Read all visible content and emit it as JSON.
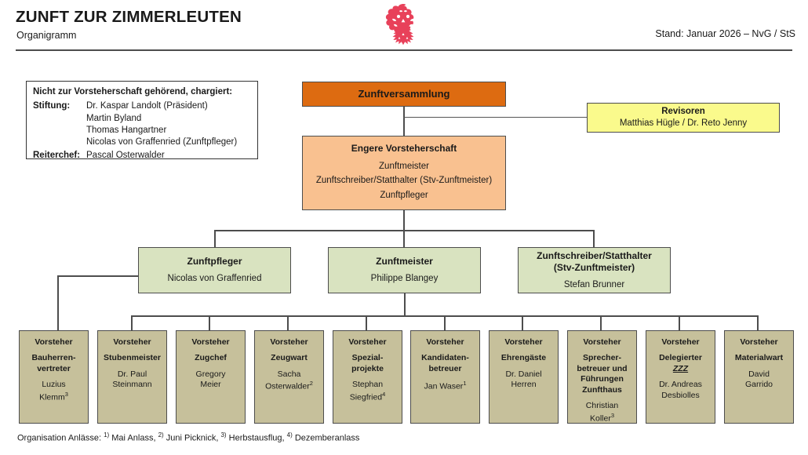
{
  "header": {
    "title": "ZUNFT ZUR ZIMMERLEUTEN",
    "subtitle": "Organigramm",
    "stand": "Stand: Januar 2026 – NvG / StS",
    "crest_icon": "heraldic-eagle-crest-icon",
    "crest_color": "#E8415A"
  },
  "info_box": {
    "title": "Nicht zur Vorsteherschaft gehörend, chargiert:",
    "rows": [
      {
        "label": "Stiftung:",
        "values": [
          "Dr. Kaspar Landolt (Präsident)",
          "Martin Byland",
          "Thomas Hangartner",
          "Nicolas von Graffenried (Zunftpfleger)"
        ]
      },
      {
        "label": "Reiterchef:",
        "values": [
          "Pascal Osterwalder"
        ]
      }
    ]
  },
  "assembly": {
    "label": "Zunftversammlung",
    "color": "#DD6B11"
  },
  "revisoren": {
    "title": "Revisoren",
    "members": "Matthias Hügle / Dr. Reto Jenny",
    "color": "#FAFA8C"
  },
  "executive": {
    "title": "Engere Vorsteherschaft",
    "lines": [
      "Zunftmeister",
      "Zunftschreiber/Statthalter (Stv-Zunftmeister)",
      "Zunftpfleger"
    ],
    "color": "#F9C190"
  },
  "officers": {
    "color": "#D9E3C0",
    "items": [
      {
        "role": "Zunftpfleger",
        "role2": "",
        "name": "Nicolas von Graffenried"
      },
      {
        "role": "Zunftmeister",
        "role2": "",
        "name": "Philippe Blangey"
      },
      {
        "role": "Zunftschreiber/Statthalter",
        "role2": "(Stv-Zunftmeister)",
        "name": "Stefan Brunner"
      }
    ]
  },
  "vorsteher": {
    "color": "#C6C09B",
    "prefix": "Vorsteher",
    "items": [
      {
        "role": "Bauherren-",
        "role_b": "vertreter",
        "role_c": "",
        "name": "Luzius",
        "name2": "Klemm",
        "footnote": "3"
      },
      {
        "role": "Stubenmeister",
        "role_b": "",
        "role_c": "",
        "name": "Dr. Paul",
        "name2": "Steinmann",
        "footnote": ""
      },
      {
        "role": "Zugchef",
        "role_b": "",
        "role_c": "",
        "name": "Gregory",
        "name2": "Meier",
        "footnote": ""
      },
      {
        "role": "Zeugwart",
        "role_b": "",
        "role_c": "",
        "name": "Sacha",
        "name2": "Osterwalder",
        "footnote": "2"
      },
      {
        "role": "Spezial-",
        "role_b": "projekte",
        "role_c": "",
        "name": "Stephan",
        "name2": "Siegfried",
        "footnote": "4"
      },
      {
        "role": "Kandidaten-",
        "role_b": "betreuer",
        "role_c": "",
        "name": "Jan Waser",
        "name2": "",
        "footnote": "1"
      },
      {
        "role": "Ehrengäste",
        "role_b": "",
        "role_c": "",
        "name": "Dr. Daniel",
        "name2": "Herren",
        "footnote": ""
      },
      {
        "role": "Sprecher-",
        "role_b": "betreuer und",
        "role_c": "Führungen",
        "role_d": "Zunfthaus",
        "name": "Christian",
        "name2": "Koller",
        "footnote": "3"
      },
      {
        "role": "Delegierter",
        "role_b": "ZZZ",
        "role_c": "",
        "name": "Dr. Andreas",
        "name2": "Desbiolles",
        "footnote": ""
      },
      {
        "role": "Materialwart",
        "role_b": "",
        "role_c": "",
        "name": "David",
        "name2": "Garrido",
        "footnote": ""
      }
    ]
  },
  "footnote": {
    "prefix": "Organisation Anlässe:",
    "entries": [
      {
        "num": "1)",
        "text": "Mai Anlass,"
      },
      {
        "num": "2)",
        "text": "Juni Picknick,"
      },
      {
        "num": "3)",
        "text": "Herbstausflug,"
      },
      {
        "num": "4)",
        "text": "Dezemberanlass"
      }
    ]
  }
}
